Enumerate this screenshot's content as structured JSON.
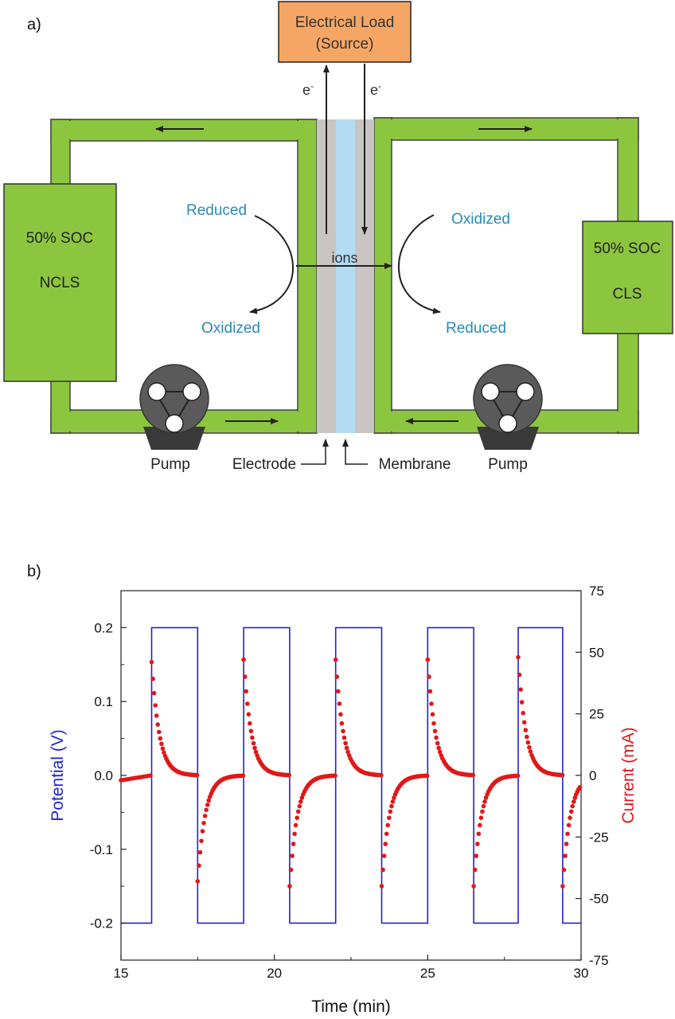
{
  "diagram": {
    "panel_label": "a)",
    "load_line1": "Electrical Load",
    "load_line2": "(Source)",
    "electron_left": "e",
    "electron_right": "e",
    "electron_sup": "-",
    "left_tank_line1": "50% SOC",
    "left_tank_line2": "NCLS",
    "right_tank_line1": "50% SOC",
    "right_tank_line2": "CLS",
    "left_reduced": "Reduced",
    "left_oxidized": "Oxidized",
    "right_oxidized": "Oxidized",
    "right_reduced": "Reduced",
    "ions": "ions",
    "pump_left": "Pump",
    "pump_right": "Pump",
    "electrode": "Electrode",
    "membrane": "Membrane",
    "colors": {
      "pipe": "#8cc63f",
      "load_box": "#f6a664",
      "electrode": "#c9c5c2",
      "membrane": "#b3dcf3",
      "species_text": "#2a8ab8",
      "pump": "#5a5a5a"
    }
  },
  "chart_data": {
    "type": "line",
    "panel_label": "b)",
    "xlabel": "Time (min)",
    "ylabel_left": "Potential (V)",
    "ylabel_right": "Current (mA)",
    "xlim": [
      15,
      30
    ],
    "ylim_left": [
      -0.25,
      0.25
    ],
    "ylim_right": [
      -75,
      75
    ],
    "x_ticks": [
      15,
      20,
      25,
      30
    ],
    "y_ticks_left": [
      -0.2,
      -0.1,
      0.0,
      0.1,
      0.2
    ],
    "y_ticks_right": [
      -75,
      -50,
      -25,
      0,
      25,
      50,
      75
    ],
    "y_tick_labels_left": [
      "-0.2",
      "-0.1",
      "0.0",
      "0.1",
      "0.2"
    ],
    "y_tick_labels_right": [
      "-75",
      "-50",
      "-25",
      "0",
      "25",
      "50",
      "75"
    ],
    "x_tick_labels": [
      "15",
      "20",
      "25",
      "30"
    ],
    "series": [
      {
        "name": "Potential (V)",
        "axis": "left",
        "color": "#2222cc",
        "style": "step",
        "x": [
          15.0,
          16.0,
          16.0,
          17.5,
          17.5,
          19.0,
          19.0,
          20.5,
          20.5,
          22.0,
          22.0,
          23.5,
          23.5,
          25.0,
          25.0,
          26.5,
          26.5,
          27.95,
          27.95,
          29.4,
          29.4,
          30.0
        ],
        "y": [
          -0.2,
          -0.2,
          0.2,
          0.2,
          -0.2,
          -0.2,
          0.2,
          0.2,
          -0.2,
          -0.2,
          0.2,
          0.2,
          -0.2,
          -0.2,
          0.2,
          0.2,
          -0.2,
          -0.2,
          0.2,
          0.2,
          -0.2,
          -0.2
        ]
      },
      {
        "name": "Current (mA)",
        "axis": "right",
        "color": "#e01818",
        "style": "markers",
        "switch_times": [
          16.0,
          17.5,
          19.0,
          20.5,
          22.0,
          23.5,
          25.0,
          26.5,
          27.95,
          29.4
        ],
        "switch_signs": [
          1,
          -1,
          1,
          -1,
          1,
          -1,
          1,
          -1,
          1,
          -1
        ],
        "peak_ma": [
          46,
          -43,
          47,
          -45,
          47,
          -45,
          47,
          -45,
          48,
          -45
        ],
        "decay_tau_min": 0.25,
        "start_value_ma": -2
      }
    ]
  }
}
